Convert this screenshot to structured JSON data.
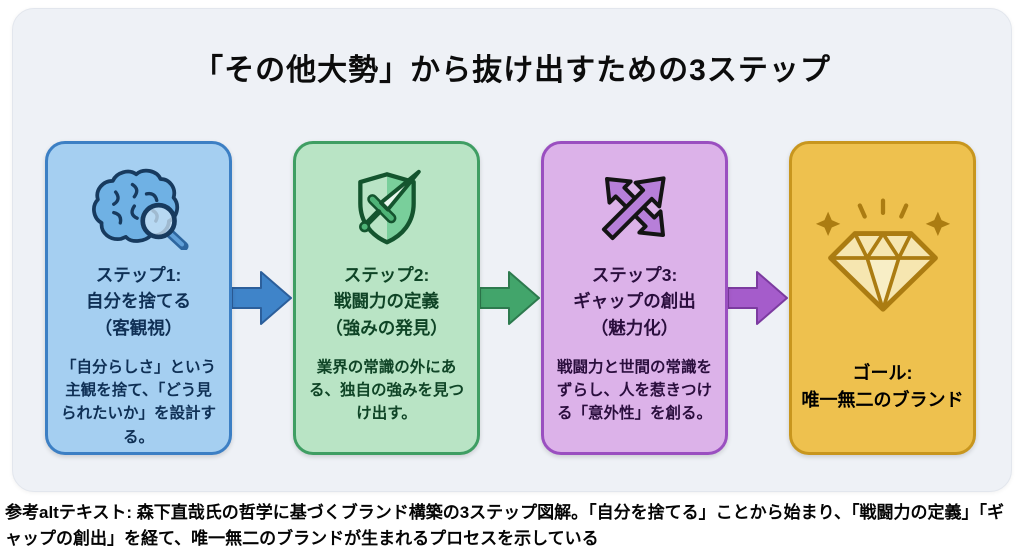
{
  "title": "「その他大勢」から抜け出すための3ステップ",
  "steps": [
    {
      "title": "ステップ1:\n自分を捨てる\n（客観視）",
      "body": "「自分らしさ」という主観を捨て、「どう見られたいか」を設計する。",
      "icon": "brain-magnifier-icon",
      "fill_color": "#a5cff1",
      "border_color": "#3c7fc4",
      "arrow_color": "#3f84c9"
    },
    {
      "title": "ステップ2:\n戦闘力の定義\n（強みの発見）",
      "body": "業界の常識の外にある、独自の強みを見つけ出す。",
      "icon": "shield-sword-icon",
      "fill_color": "#b9e4c5",
      "border_color": "#3f9e63",
      "arrow_color": "#42a56b"
    },
    {
      "title": "ステップ3:\nギャップの創出\n（魅力化）",
      "body": "戦闘力と世間の常識をずらし、人を惹きつける「意外性」を創る。",
      "icon": "crossed-arrows-icon",
      "fill_color": "#dcb2e9",
      "border_color": "#9a4fc0",
      "arrow_color": "#a55ccb"
    }
  ],
  "goal": {
    "title": "ゴール:\n唯一無二のブランド",
    "icon": "diamond-icon",
    "fill_color": "#eec14e",
    "border_color": "#c8961e"
  },
  "caption": "参考altテキスト: 森下直哉氏の哲学に基づくブランド構築の3ステップ図解。「自分を捨てる」ことから始まり、「戦闘力の定義」「ギャップの創出」を経て、唯一無二のブランドが生まれるプロセスを示している"
}
